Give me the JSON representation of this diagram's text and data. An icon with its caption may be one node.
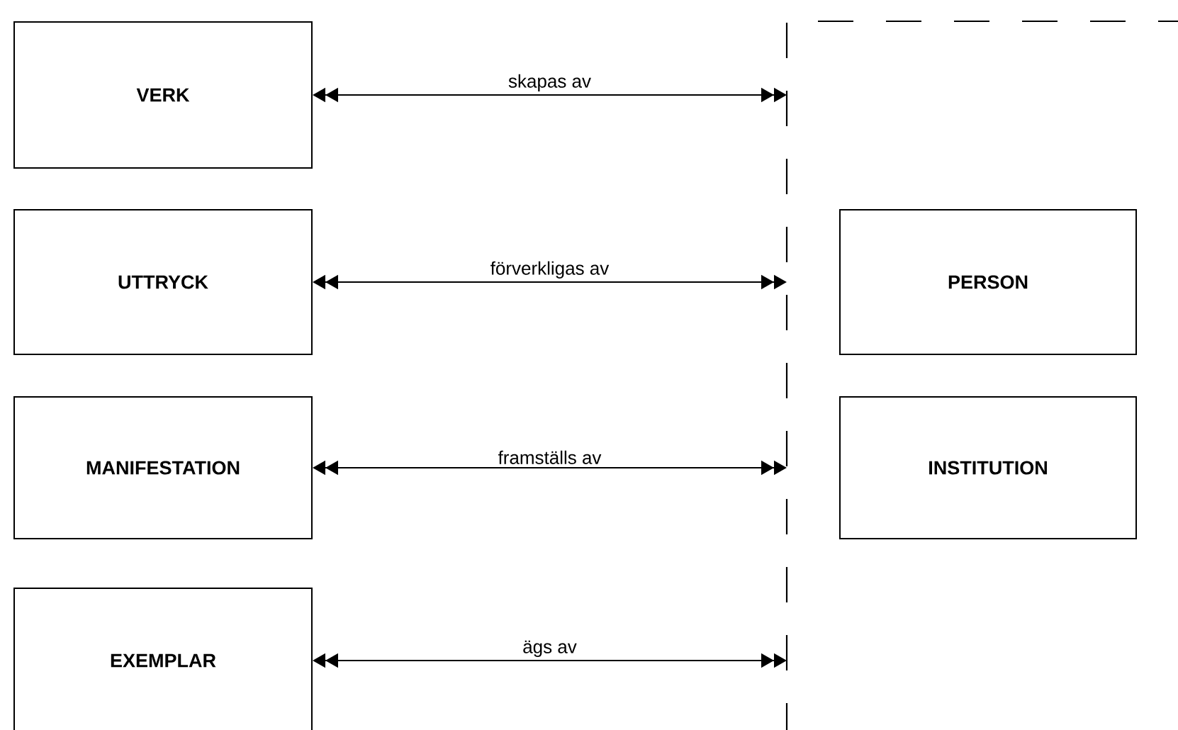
{
  "diagram": {
    "nodes": [
      {
        "text": [
          "VERK"
        ]
      },
      {
        "text": [
          "UTTRYCK"
        ]
      },
      {
        "text": [
          "MANIFESTATION"
        ]
      },
      {
        "text": [
          "EXEMPLAR"
        ]
      },
      {
        "text": [],
        "shape": "box"
      },
      {
        "text": [
          "PERSON"
        ],
        "in": 4
      },
      {
        "text": [
          "INSTITUTION"
        ],
        "in": 4
      }
    ],
    "edges": [
      {
        "from": 0,
        "to": 4,
        "arrow": "both",
        "label": "skapas av"
      },
      {
        "from": 1,
        "to": 4,
        "arrow": "both",
        "label": "förverkligas av"
      },
      {
        "from": 2,
        "to": 4,
        "arrow": "both",
        "label": "framställs av"
      },
      {
        "from": 3,
        "to": 4,
        "arrow": "both",
        "label": "ägs av"
      }
    ]
  }
}
